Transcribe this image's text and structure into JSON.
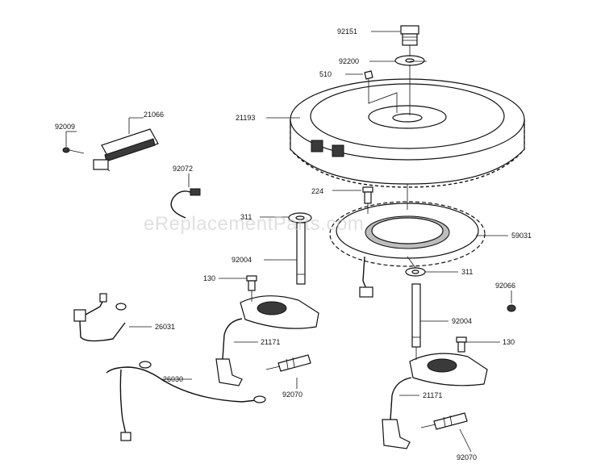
{
  "watermark": "eReplacementParts.com",
  "labels": {
    "p92151": "92151",
    "p92200": "92200",
    "p510": "510",
    "p21193": "21193",
    "p21066": "21066",
    "p92009": "92009",
    "p92072": "92072",
    "p224": "224",
    "p311a": "311",
    "p59031": "59031",
    "p92004a": "92004",
    "p130a": "130",
    "p311b": "311",
    "p92066": "92066",
    "p26031": "26031",
    "p21171a": "21171",
    "p92004b": "92004",
    "p130b": "130",
    "p26030": "26030",
    "p92070a": "92070",
    "p21171b": "21171",
    "p92070b": "92070"
  }
}
